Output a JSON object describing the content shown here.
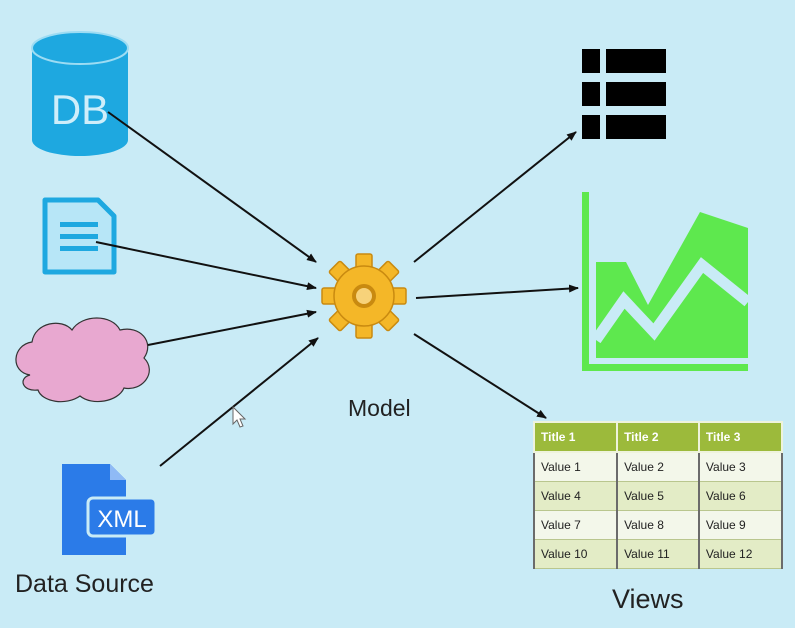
{
  "diagram": {
    "sources": {
      "db_icon_text": "DB",
      "xml_icon_text": "XML",
      "label": "Data Source",
      "icons": [
        "database-icon",
        "document-icon",
        "cloud-icon",
        "xml-file-icon"
      ]
    },
    "model": {
      "label": "Model",
      "icon": "gear-icon"
    },
    "views": {
      "label": "Views",
      "icons": [
        "list-icon",
        "area-chart-icon",
        "table-icon"
      ],
      "table": {
        "headers": [
          "Title 1",
          "Title 2",
          "Title 3"
        ],
        "rows": [
          [
            "Value 1",
            "Value 2",
            "Value 3"
          ],
          [
            "Value 4",
            "Value 5",
            "Value 6"
          ],
          [
            "Value 7",
            "Value 8",
            "Value 9"
          ],
          [
            "Value 10",
            "Value 11",
            "Value 12"
          ]
        ]
      }
    },
    "colors": {
      "background": "#c9ebf6",
      "source_blue": "#1ea8e0",
      "cloud_pink": "#e8a8d0",
      "xml_blue": "#2b7be8",
      "gear_gold": "#f4b728",
      "chart_green": "#5ee84e",
      "table_header_green": "#9cba3b",
      "arrow": "#111111"
    }
  }
}
